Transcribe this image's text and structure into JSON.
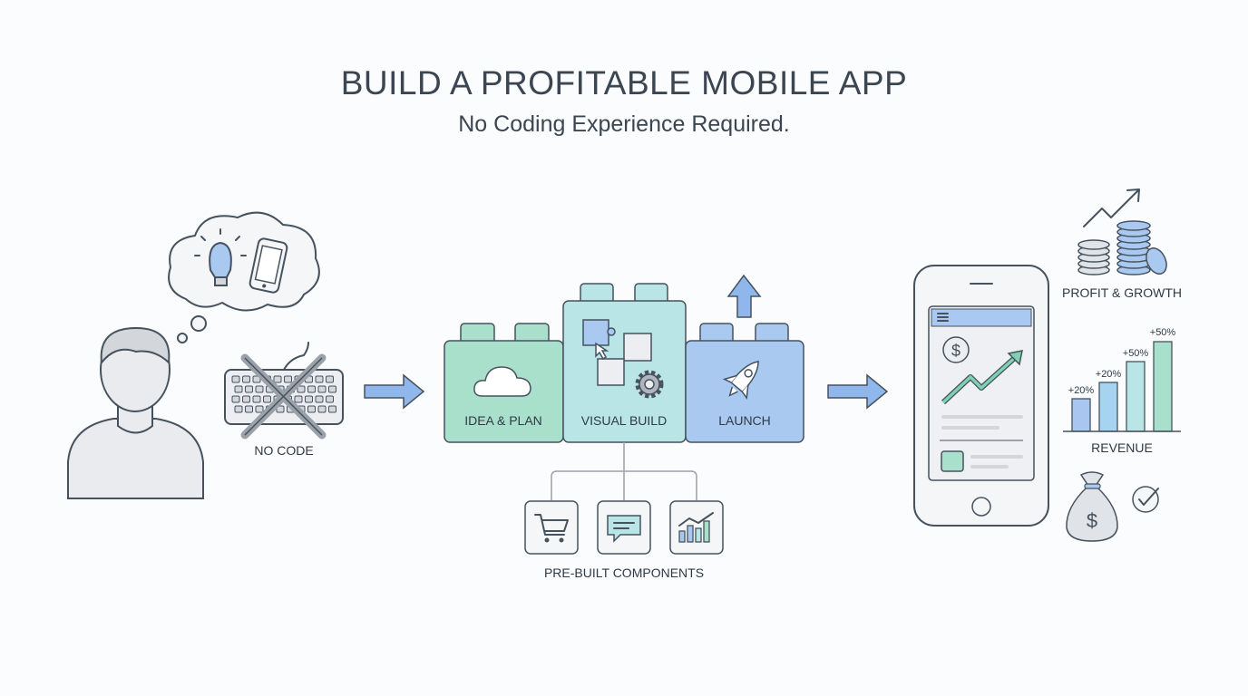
{
  "header": {
    "title": "BUILD A PROFITABLE MOBILE APP",
    "subtitle": "No Coding Experience Required."
  },
  "left": {
    "no_code_label": "NO CODE"
  },
  "blocks": [
    {
      "label": "IDEA & PLAN",
      "color": "#a8e0cb"
    },
    {
      "label": "VISUAL BUILD",
      "color": "#b9e5e6"
    },
    {
      "label": "LAUNCH",
      "color": "#a9c9f1"
    }
  ],
  "components": {
    "label": "PRE-BUILT COMPONENTS",
    "items": [
      "cart-icon",
      "chat-icon",
      "bar-chart-icon"
    ]
  },
  "right": {
    "profit_label": "PROFIT & GROWTH",
    "revenue_label": "REVENUE",
    "bar_labels": [
      "+20%",
      "+20%",
      "+50%",
      "+50%"
    ]
  }
}
